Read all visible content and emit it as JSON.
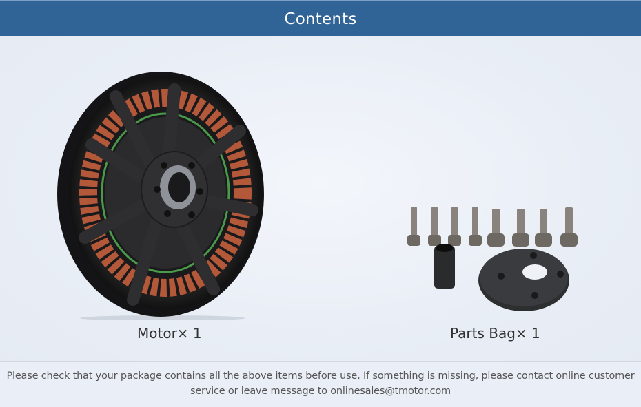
{
  "header": {
    "title": "Contents"
  },
  "items": [
    {
      "name": "motor",
      "label": "Motor× 1",
      "icon": "motor-image"
    },
    {
      "name": "parts-bag",
      "label": "Parts Bag× 1",
      "icon": "parts-bag-image"
    }
  ],
  "footer": {
    "text_before": "Please check that your package contains all the above items before use, If something is missing, please contact online customer service or leave message to ",
    "email": "onlinesales@tmotor.com"
  },
  "colors": {
    "header_bg": "#306396",
    "page_bg": "#eaeff7",
    "coil": "#b4583a",
    "ring_green": "#4a9a4a"
  }
}
